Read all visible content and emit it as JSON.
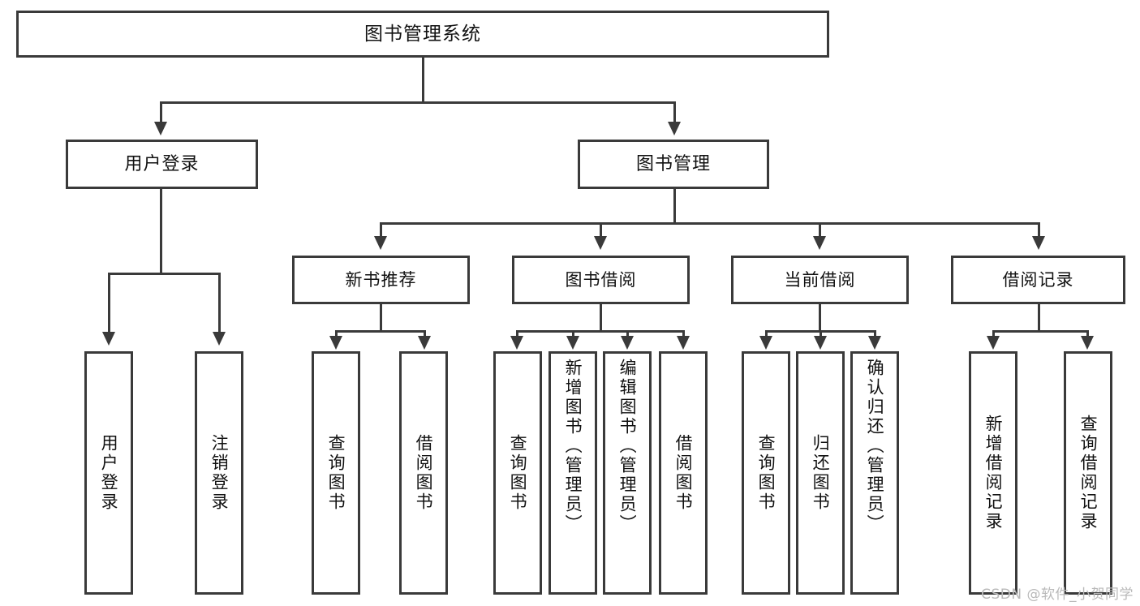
{
  "diagram": {
    "type": "tree-hierarchy",
    "title": "图书管理系统",
    "root": {
      "id": "root",
      "label": "图书管理系统"
    },
    "level1": [
      {
        "id": "user-login",
        "label": "用户登录"
      },
      {
        "id": "book-manage",
        "label": "图书管理"
      }
    ],
    "level2": [
      {
        "id": "new-book-rec",
        "label": "新书推荐",
        "parent": "book-manage"
      },
      {
        "id": "book-borrow",
        "label": "图书借阅",
        "parent": "book-manage"
      },
      {
        "id": "current-borrow",
        "label": "当前借阅",
        "parent": "book-manage"
      },
      {
        "id": "borrow-record",
        "label": "借阅记录",
        "parent": "book-manage"
      }
    ],
    "leaves": [
      {
        "id": "leaf-user-login",
        "label": "用户登录",
        "parent": "user-login"
      },
      {
        "id": "leaf-logout",
        "label": "注销登录",
        "parent": "user-login"
      },
      {
        "id": "leaf-query-book-1",
        "label": "查询图书",
        "parent": "new-book-rec"
      },
      {
        "id": "leaf-borrow-book-1",
        "label": "借阅图书",
        "parent": "new-book-rec"
      },
      {
        "id": "leaf-query-book-2",
        "label": "查询图书",
        "parent": "book-borrow"
      },
      {
        "id": "leaf-add-book",
        "label": "新增图书（管理员）",
        "parent": "book-borrow"
      },
      {
        "id": "leaf-edit-book",
        "label": "编辑图书（管理员）",
        "parent": "book-borrow"
      },
      {
        "id": "leaf-borrow-book-2",
        "label": "借阅图书",
        "parent": "book-borrow"
      },
      {
        "id": "leaf-query-book-3",
        "label": "查询图书",
        "parent": "current-borrow"
      },
      {
        "id": "leaf-return-book",
        "label": "归还图书",
        "parent": "current-borrow"
      },
      {
        "id": "leaf-confirm-return",
        "label": "确认归还（管理员）",
        "parent": "current-borrow"
      },
      {
        "id": "leaf-add-record",
        "label": "新增借阅记录",
        "parent": "borrow-record"
      },
      {
        "id": "leaf-query-record",
        "label": "查询借阅记录",
        "parent": "borrow-record"
      }
    ],
    "colors": {
      "stroke": "#3a3a3a",
      "fill": "#ffffff",
      "text": "#111111",
      "watermark": "#b9b9b9"
    }
  },
  "watermark": {
    "text": "CSDN @软件_小贺同学"
  }
}
